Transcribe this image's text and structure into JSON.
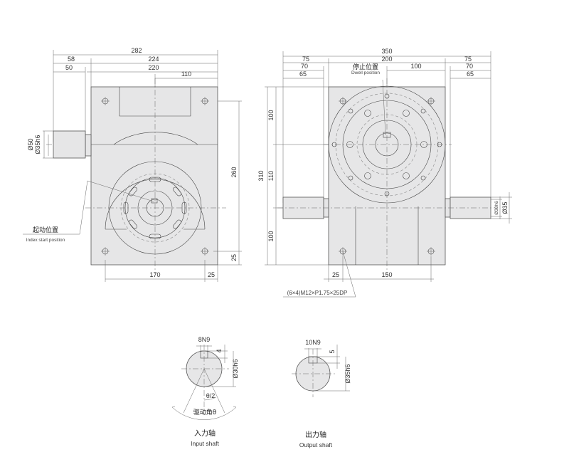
{
  "front_view": {
    "dims": {
      "overall_width": "282",
      "shaft_ext": "58",
      "body_width": "224",
      "inner_ext": "50",
      "inner_width": "220",
      "center_offset": "110",
      "height": "260",
      "bottom_offset": "25",
      "bottom_width": "170",
      "bottom_right": "25",
      "shaft_outer_dia": "Ø50",
      "shaft_dia": "Ø35h6"
    },
    "index_label": "起动位置",
    "index_label_en": "Index start position"
  },
  "side_view": {
    "dims": {
      "overall_width": "350",
      "left_ext": "75",
      "center_width": "200",
      "right_ext": "75",
      "left_70": "70",
      "right_70": "70",
      "center_100": "100",
      "left_65": "65",
      "right_65": "65",
      "height": "310",
      "top_100": "100",
      "mid_110": "110",
      "bot_100": "100",
      "shaft_dia": "Ø35",
      "shaft_fit": "Ø30h6",
      "bottom_25": "25",
      "bottom_150": "150"
    },
    "dwell_label": "停止位置",
    "dwell_label_en": "Dwell position",
    "thread_note": "(6×4)M12×P1.75×25DP"
  },
  "input_shaft": {
    "key": "8N9",
    "depth": "4",
    "dia": "Ø30h6",
    "half_angle": "θ/2",
    "drive_angle": "驱动角θ",
    "title": "入力轴",
    "title_en": "Input shaft"
  },
  "output_shaft": {
    "key": "10N9",
    "depth": "5",
    "dia": "Ø35h6",
    "title": "出力轴",
    "title_en": "Output shaft"
  }
}
